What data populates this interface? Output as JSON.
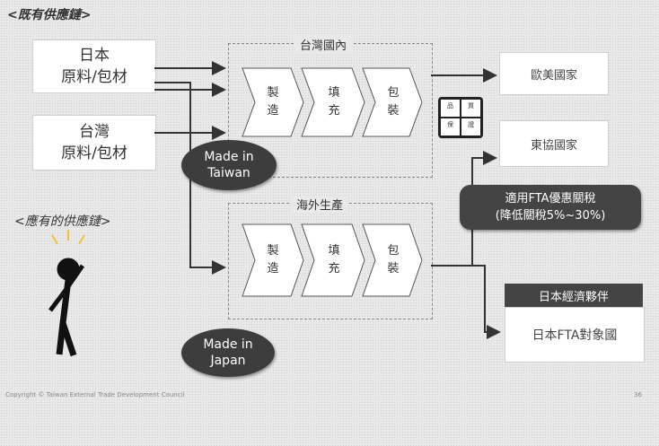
{
  "titles": {
    "existing_chain": "<既有供應鏈>",
    "new_chain": "<應有的供應鏈>"
  },
  "sources": [
    {
      "line1": "日本",
      "line2": "原料/包材"
    },
    {
      "line1": "台灣",
      "line2": "原料/包材"
    }
  ],
  "frames": {
    "taiwan": "台灣國內",
    "overseas": "海外生產"
  },
  "steps_top": [
    {
      "line1": "製",
      "line2": "造"
    },
    {
      "line1": "填",
      "line2": "充"
    },
    {
      "line1": "包",
      "line2": "裝"
    }
  ],
  "steps_bottom": [
    {
      "line1": "製",
      "line2": "造"
    },
    {
      "line1": "填",
      "line2": "充"
    },
    {
      "line1": "包",
      "line2": "裝"
    }
  ],
  "badges": {
    "taiwan_line1": "Made in",
    "taiwan_line2": "Taiwan",
    "japan_line1": "Made in",
    "japan_line2": "Japan"
  },
  "destinations": {
    "top": "歐美國家",
    "middle": "東協國家",
    "bottom": "日本FTA對象國"
  },
  "benefit_box": {
    "line1": "適用FTA優惠關稅",
    "line2": "(降低關稅5%~30%)"
  },
  "bottom_header": "日本經濟夥伴",
  "footer_left": "Copyright © Taiwan External Trade Development Council",
  "page_number": "36",
  "icon_grid": [
    "品",
    "質",
    "保",
    "證"
  ],
  "colors": {
    "background": "#e9e9e9",
    "dark": "#3d3d3d",
    "box": "#ffffff",
    "line": "#333333"
  }
}
